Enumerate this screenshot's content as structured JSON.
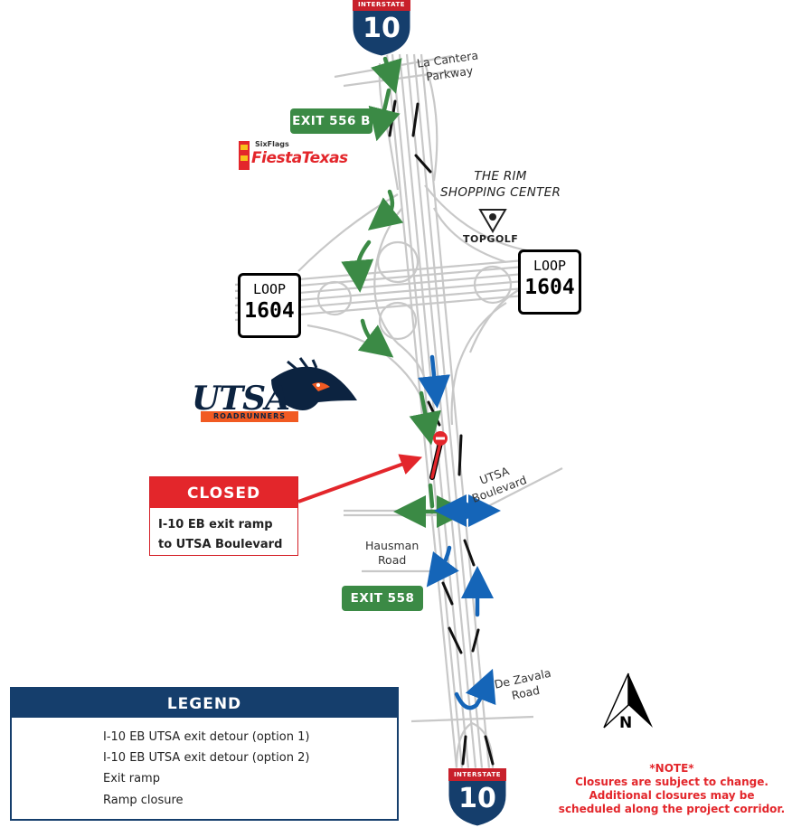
{
  "shields": {
    "top": {
      "label": "INTERSTATE",
      "number": "10"
    },
    "bottom": {
      "label": "INTERSTATE",
      "number": "10"
    }
  },
  "labels": {
    "la_cantera": [
      "La Cantera",
      "Parkway"
    ],
    "the_rim": [
      "THE RIM",
      "SHOPPING CENTER"
    ],
    "utsa_blvd": [
      "UTSA",
      "Boulevard"
    ],
    "hausman": [
      "Hausman",
      "Road"
    ],
    "de_zavala": [
      "De Zavala",
      "Road"
    ]
  },
  "exit_signs": {
    "exit_556b": "EXIT 556 B",
    "exit_558": "EXIT 558"
  },
  "loop_signs": {
    "left": {
      "label": "LOOP",
      "number": "1604"
    },
    "right": {
      "label": "LOOP",
      "number": "1604"
    }
  },
  "logos": {
    "six_flags": "SixFlags",
    "fiesta_texas": "FiestaTexas",
    "topgolf": "TOPGOLF",
    "utsa": "UTSA",
    "utsa_sub": "ROADRUNNERS"
  },
  "closed_callout": {
    "title": "CLOSED",
    "line1": "I-10 EB exit ramp",
    "line2": "to UTSA Boulevard"
  },
  "legend": {
    "title": "LEGEND",
    "items": [
      {
        "label": "I-10 EB UTSA exit detour (option 1)",
        "color": "#3b8a45",
        "icon": "green-arrow"
      },
      {
        "label": "I-10 EB UTSA exit detour (option 2)",
        "color": "#1565b8",
        "icon": "blue-arrow"
      },
      {
        "label": "Exit ramp",
        "color": "#000000",
        "icon": "black-line"
      },
      {
        "label": "Ramp closure",
        "color": "#e3262b",
        "icon": "red-closure"
      }
    ]
  },
  "note": {
    "title": "*NOTE*",
    "line1": "Closures are subject to change.",
    "line2": "Additional closures may be",
    "line3": "scheduled along the project corridor."
  },
  "north": "N",
  "colors": {
    "road": "#c9c9c9",
    "green": "#3b8a45",
    "blue": "#1565b8",
    "red": "#e3262b",
    "navy": "#153e6c"
  }
}
